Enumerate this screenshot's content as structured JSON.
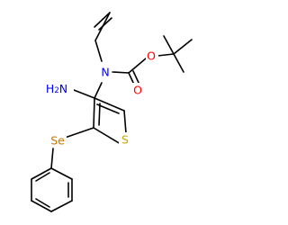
{
  "molecule": {
    "atoms": [
      {
        "id": "N",
        "label": "N",
        "color": "#0000ff"
      },
      {
        "id": "O1",
        "label": "O",
        "color": "#ff0000"
      },
      {
        "id": "O2",
        "label": "O",
        "color": "#ff0000"
      },
      {
        "id": "S",
        "label": "S",
        "color": "#c8a400"
      },
      {
        "id": "Se",
        "label": "Se",
        "color": "#c87800"
      },
      {
        "id": "NH2",
        "label": "H",
        "subscript": "2",
        "suffix": "N",
        "color": "#0000ff"
      }
    ]
  },
  "colors": {
    "bond": "#000000",
    "nitrogen": "#0000ff",
    "oxygen": "#ff0000",
    "sulfur": "#c8a400",
    "selenium": "#c87800",
    "background": "#ffffff"
  }
}
